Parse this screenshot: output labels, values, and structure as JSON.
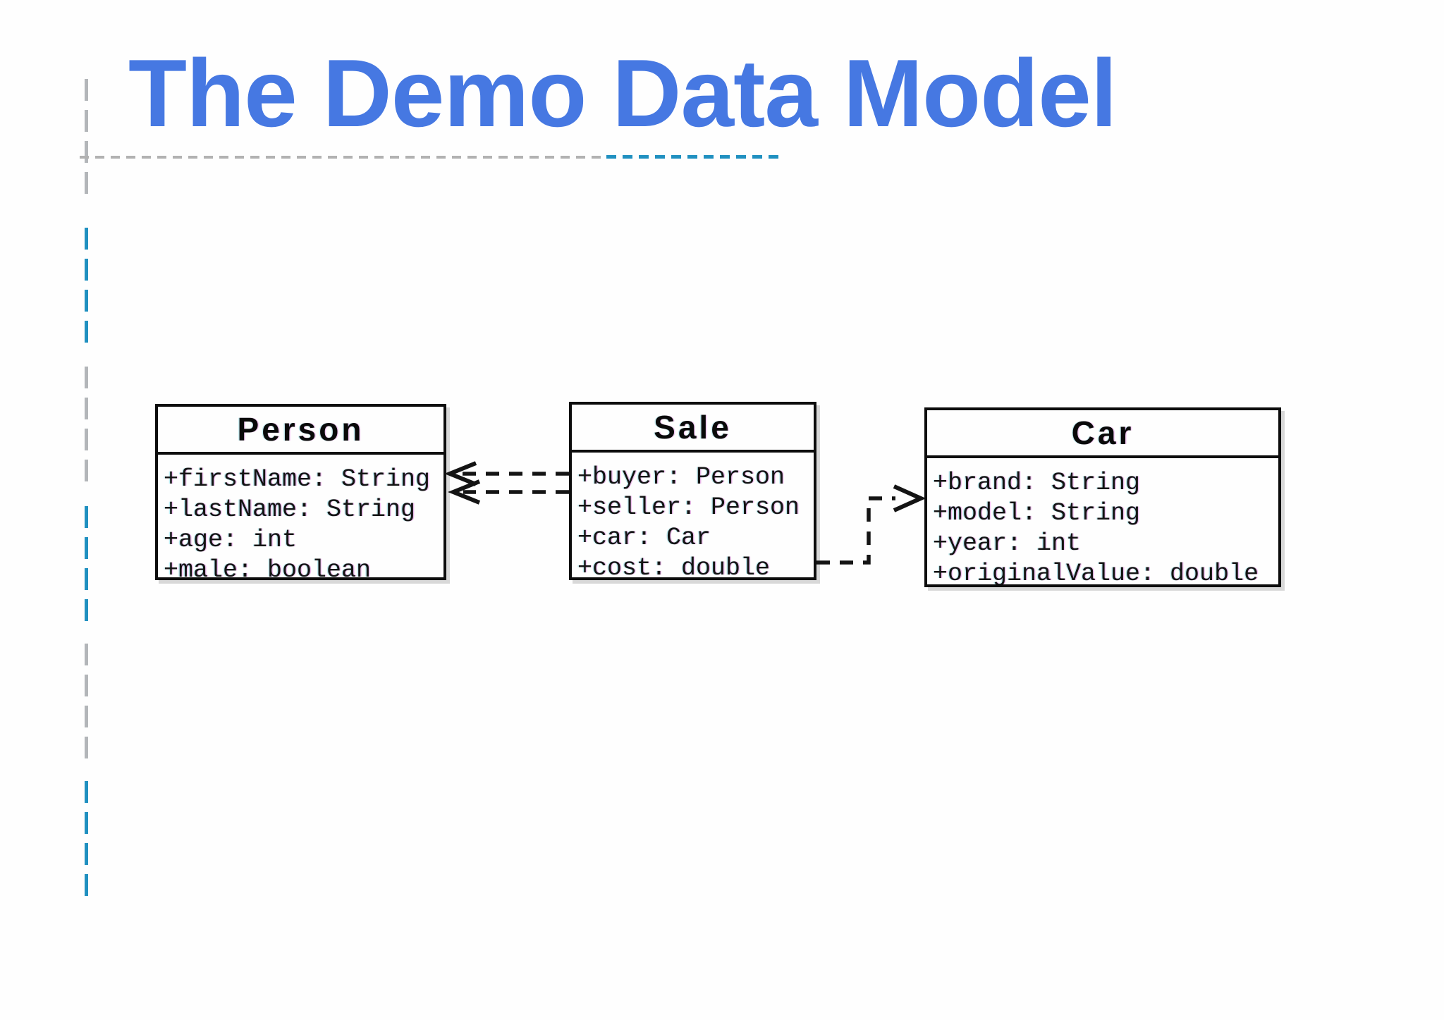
{
  "slide": {
    "title": "The Demo Data Model",
    "colors": {
      "title_blue": "#4678e2",
      "accent_teal": "#2090c0",
      "rule_gray": "#b3b6b9",
      "diagram_ink": "#141414",
      "background": "#fefefe"
    }
  },
  "diagram": {
    "classes": [
      {
        "name": "Person",
        "attributes": [
          "+firstName: String",
          "+lastName: String",
          "+age: int",
          "+male: boolean"
        ]
      },
      {
        "name": "Sale",
        "attributes": [
          "+buyer: Person",
          "+seller: Person",
          "+car: Car",
          "+cost: double"
        ]
      },
      {
        "name": "Car",
        "attributes": [
          "+brand: String",
          "+model: String",
          "+year: int",
          "+originalValue: double"
        ]
      }
    ],
    "relationships": [
      {
        "from": "Sale",
        "to": "Person",
        "style": "dashed, open arrowheads pointing at Person",
        "arrow_count": 2
      },
      {
        "from": "Sale",
        "to": "Car",
        "style": "dashed elbow, open arrowhead pointing at Car",
        "arrow_count": 1
      }
    ]
  }
}
